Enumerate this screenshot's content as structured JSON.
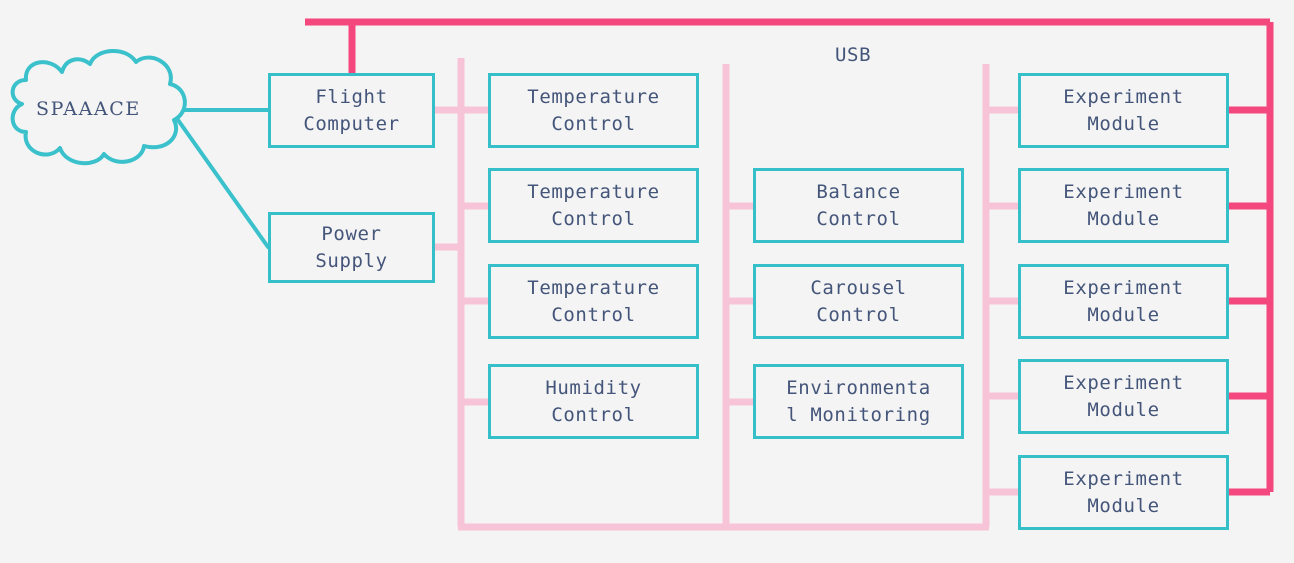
{
  "diagram": {
    "title_label": "USB",
    "colors": {
      "background": "#f4f4f4",
      "node_border": "#35bfc9",
      "node_text": "#44557a",
      "usb_bus": "#f4477e",
      "internal_bus": "#f7c3d6",
      "cloud_outline": "#3bc1cb"
    },
    "cloud": {
      "label": "SPAAACE"
    },
    "nodes": {
      "flight_computer": "Flight\nComputer",
      "power_supply": "Power\nSupply",
      "temperature_control_1": "Temperature\nControl",
      "temperature_control_2": "Temperature\nControl",
      "temperature_control_3": "Temperature\nControl",
      "humidity_control": "Humidity\nControl",
      "balance_control": "Balance\nControl",
      "carousel_control": "Carousel\nControl",
      "environmental_monitoring": "Environmenta\nl Monitoring",
      "experiment_module_1": "Experiment\nModule",
      "experiment_module_2": "Experiment\nModule",
      "experiment_module_3": "Experiment\nModule",
      "experiment_module_4": "Experiment\nModule",
      "experiment_module_5": "Experiment\nModule"
    }
  }
}
